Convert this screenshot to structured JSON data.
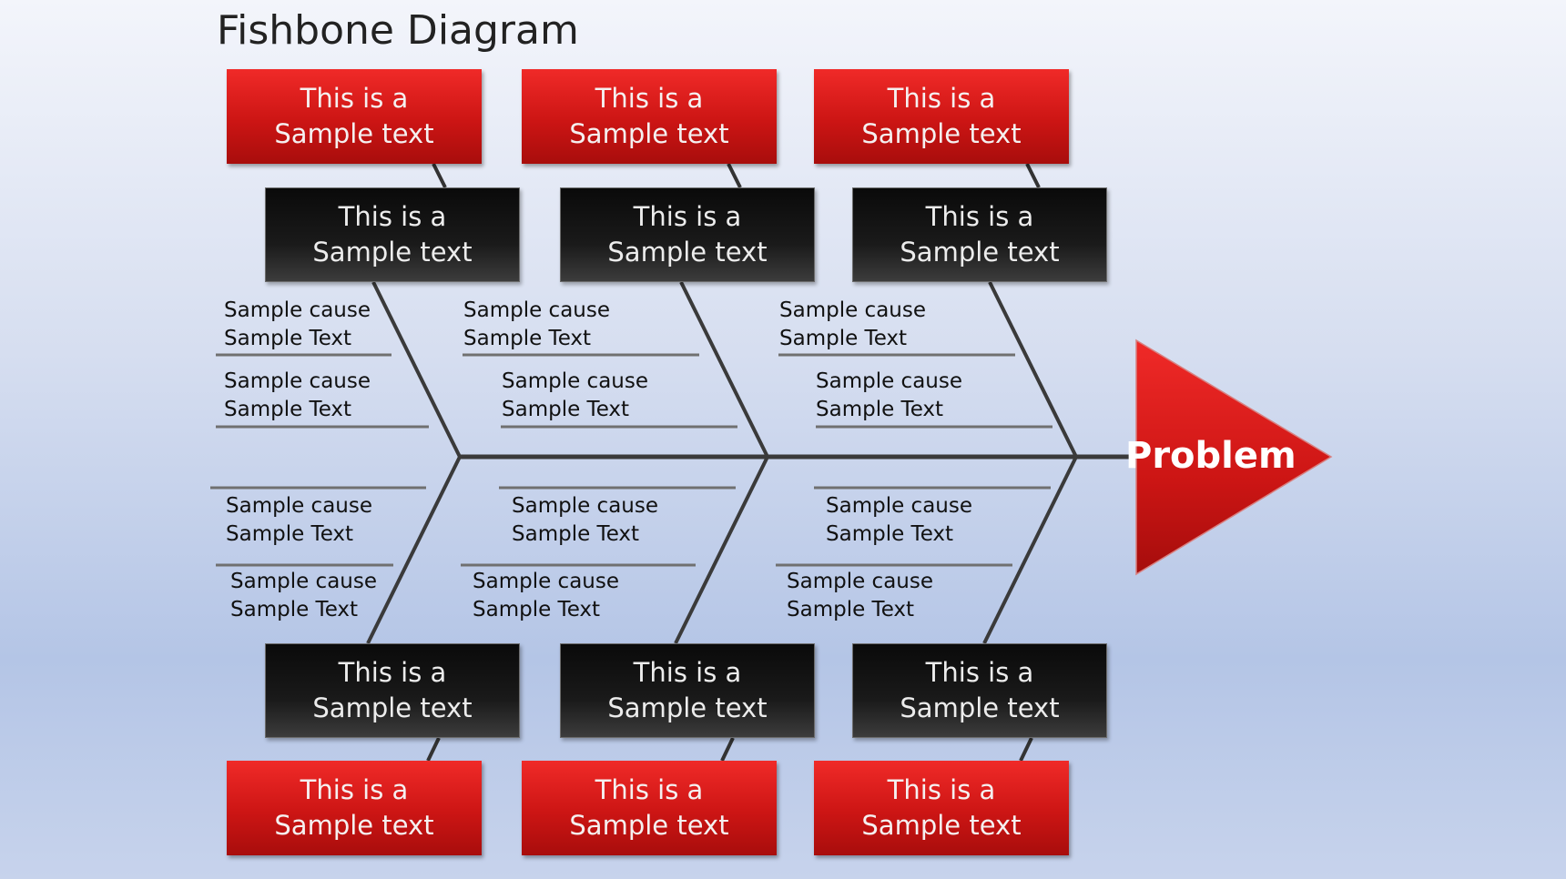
{
  "title": "Fishbone Diagram",
  "problem": "Problem",
  "colors": {
    "primary_red": "#d01a18",
    "dark_box": "#151515",
    "bone": "#3a3a3a",
    "cause_line": "#707070"
  },
  "top_red_boxes": [
    {
      "line1": "This is a",
      "line2": "Sample text"
    },
    {
      "line1": "This is a",
      "line2": "Sample text"
    },
    {
      "line1": "This is a",
      "line2": "Sample text"
    }
  ],
  "top_black_boxes": [
    {
      "line1": "This is a",
      "line2": "Sample text"
    },
    {
      "line1": "This is a",
      "line2": "Sample text"
    },
    {
      "line1": "This is a",
      "line2": "Sample text"
    }
  ],
  "bottom_black_boxes": [
    {
      "line1": "This is a",
      "line2": "Sample text"
    },
    {
      "line1": "This is a",
      "line2": "Sample text"
    },
    {
      "line1": "This is a",
      "line2": "Sample text"
    }
  ],
  "bottom_red_boxes": [
    {
      "line1": "This is a",
      "line2": "Sample text"
    },
    {
      "line1": "This is a",
      "line2": "Sample text"
    },
    {
      "line1": "This is a",
      "line2": "Sample text"
    }
  ],
  "causes": [
    {
      "line1": "Sample cause",
      "line2": "Sample Text"
    },
    {
      "line1": "Sample cause",
      "line2": "Sample Text"
    },
    {
      "line1": "Sample cause",
      "line2": "Sample Text"
    },
    {
      "line1": "Sample cause",
      "line2": "Sample Text"
    },
    {
      "line1": "Sample cause",
      "line2": "Sample Text"
    },
    {
      "line1": "Sample cause",
      "line2": "Sample Text"
    },
    {
      "line1": "Sample cause",
      "line2": "Sample Text"
    },
    {
      "line1": "Sample cause",
      "line2": "Sample Text"
    },
    {
      "line1": "Sample cause",
      "line2": "Sample Text"
    },
    {
      "line1": "Sample cause",
      "line2": "Sample Text"
    },
    {
      "line1": "Sample cause",
      "line2": "Sample Text"
    },
    {
      "line1": "Sample cause",
      "line2": "Sample Text"
    }
  ]
}
